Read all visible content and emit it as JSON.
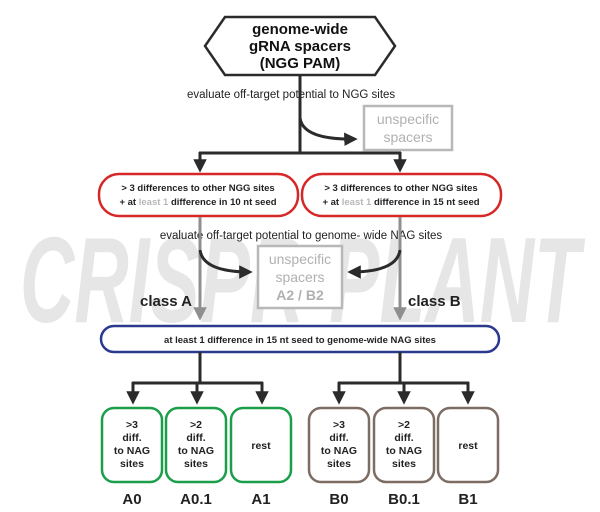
{
  "watermark": "CRISPR-PLANT",
  "top_node": {
    "lines": [
      "genome-wide",
      "gRNA spacers",
      "(NGG PAM)"
    ]
  },
  "step1_label": "evaluate off-target  potential to NGG sites",
  "unspecific_top": {
    "lines": [
      "unspecific",
      "spacers"
    ]
  },
  "filter_a": {
    "line1": "> 3 differences to other NGG sites",
    "line2_prefix": "+ at ",
    "line2_highlight": "least 1",
    "line2_suffix": " difference in 10 nt seed"
  },
  "filter_b": {
    "line1": "> 3 differences to other NGG sites",
    "line2_prefix": "+ at ",
    "line2_highlight": "least 1",
    "line2_suffix": " difference in 15 nt seed"
  },
  "step2_label": "evaluate  off-target potential to genome- wide NAG sites",
  "unspecific_mid": {
    "lines": [
      "unspecific",
      "spacers",
      "A2 / B2"
    ]
  },
  "class_a": "class A",
  "class_b": "class B",
  "nag_filter": "at least 1 difference in 15 nt seed to genome-wide NAG sites",
  "leaves_a": [
    {
      "lines": [
        ">3",
        "diff.",
        "to NAG",
        "sites"
      ],
      "label": "A0"
    },
    {
      "lines": [
        ">2",
        "diff.",
        "to NAG",
        "sites"
      ],
      "label": "A0.1"
    },
    {
      "lines": [
        "rest"
      ],
      "label": "A1"
    }
  ],
  "leaves_b": [
    {
      "lines": [
        ">3",
        "diff.",
        "to NAG",
        "sites"
      ],
      "label": "B0"
    },
    {
      "lines": [
        ">2",
        "diff.",
        "to NAG",
        "sites"
      ],
      "label": "B0.1"
    },
    {
      "lines": [
        "rest"
      ],
      "label": "B1"
    }
  ],
  "colors": {
    "arrow": "#2b2b2b",
    "red": "#d62828",
    "blue": "#2b3a8f",
    "green": "#1a9e4a",
    "brown": "#7d6c63",
    "gray": "#b8b8b8",
    "watermark": "#e6e6e6"
  }
}
